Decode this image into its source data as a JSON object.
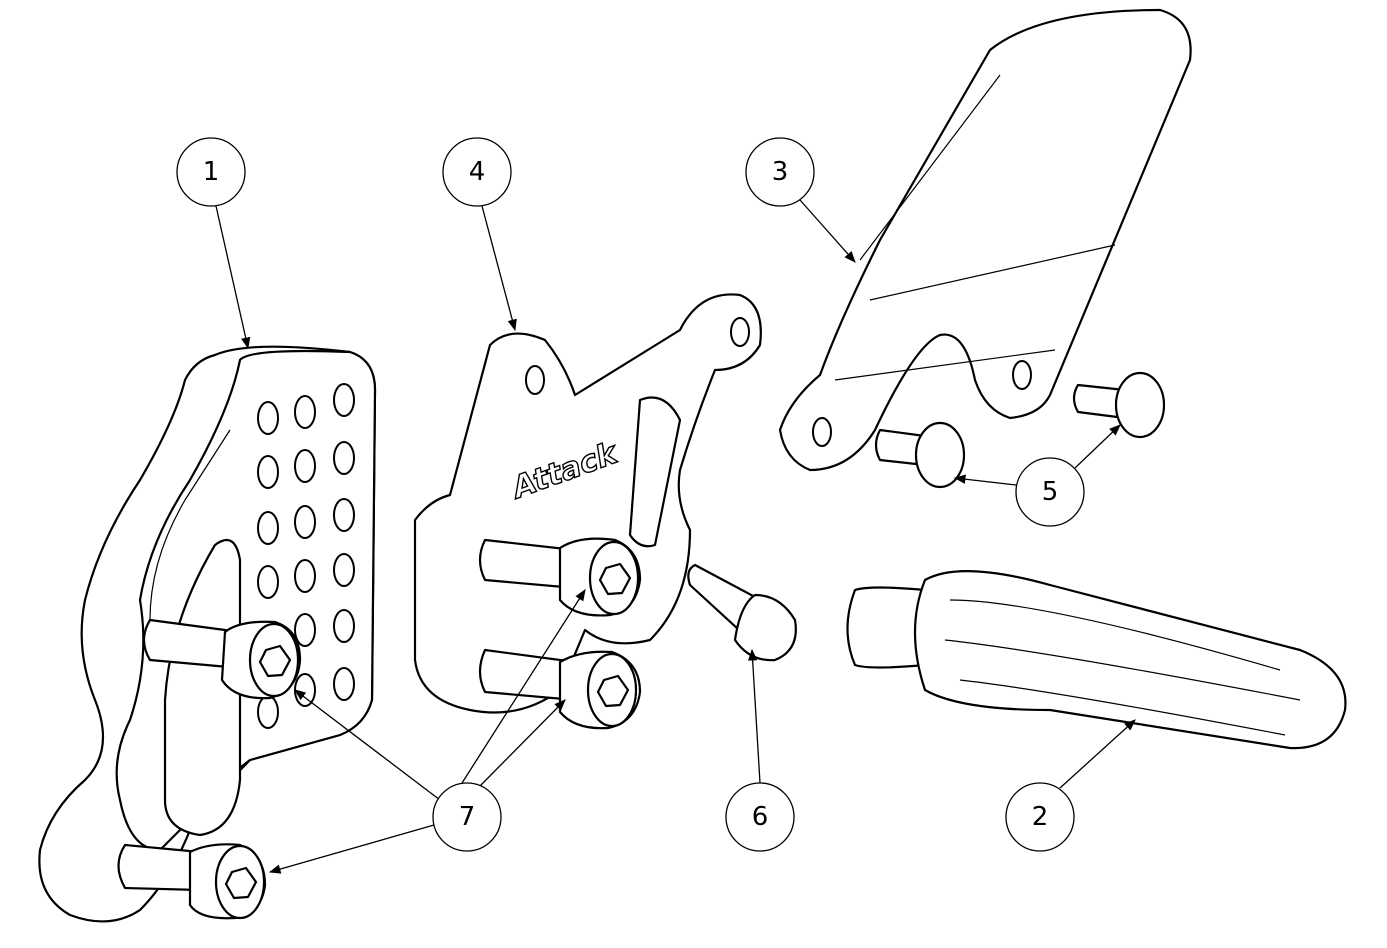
{
  "drawing": {
    "type": "exploded assembly view",
    "logo_text": "Attack",
    "balloons": [
      {
        "id": "1",
        "label": "1"
      },
      {
        "id": "2",
        "label": "2"
      },
      {
        "id": "3",
        "label": "3"
      },
      {
        "id": "4",
        "label": "4"
      },
      {
        "id": "5",
        "label": "5"
      },
      {
        "id": "6",
        "label": "6"
      },
      {
        "id": "7",
        "label": "7"
      }
    ]
  }
}
